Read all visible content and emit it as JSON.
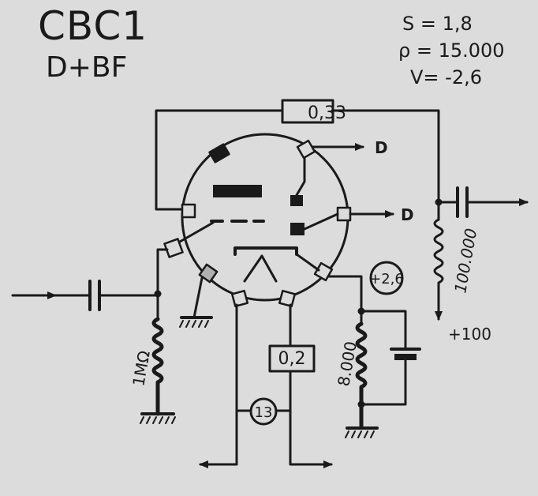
{
  "tube": {
    "name": "CBC1",
    "function": "D+BF"
  },
  "parameters": {
    "s": "S = 1,8",
    "rho": "ρ = 15.000",
    "v": "V= -2,6"
  },
  "components": {
    "plate_coupling": "0,33",
    "plate_resistor": "100.000",
    "grid_resistor": "1MΩ",
    "cathode_resistor": "8.000",
    "cathode_voltage": "+2,6",
    "screen_value": "0,2",
    "heater_pin": "13",
    "supply": "+100"
  },
  "outputs": {
    "diode_a": "D",
    "diode_b": "D"
  },
  "colors": {
    "paper": "#dcdcdc",
    "ink": "#1a1a1a"
  }
}
